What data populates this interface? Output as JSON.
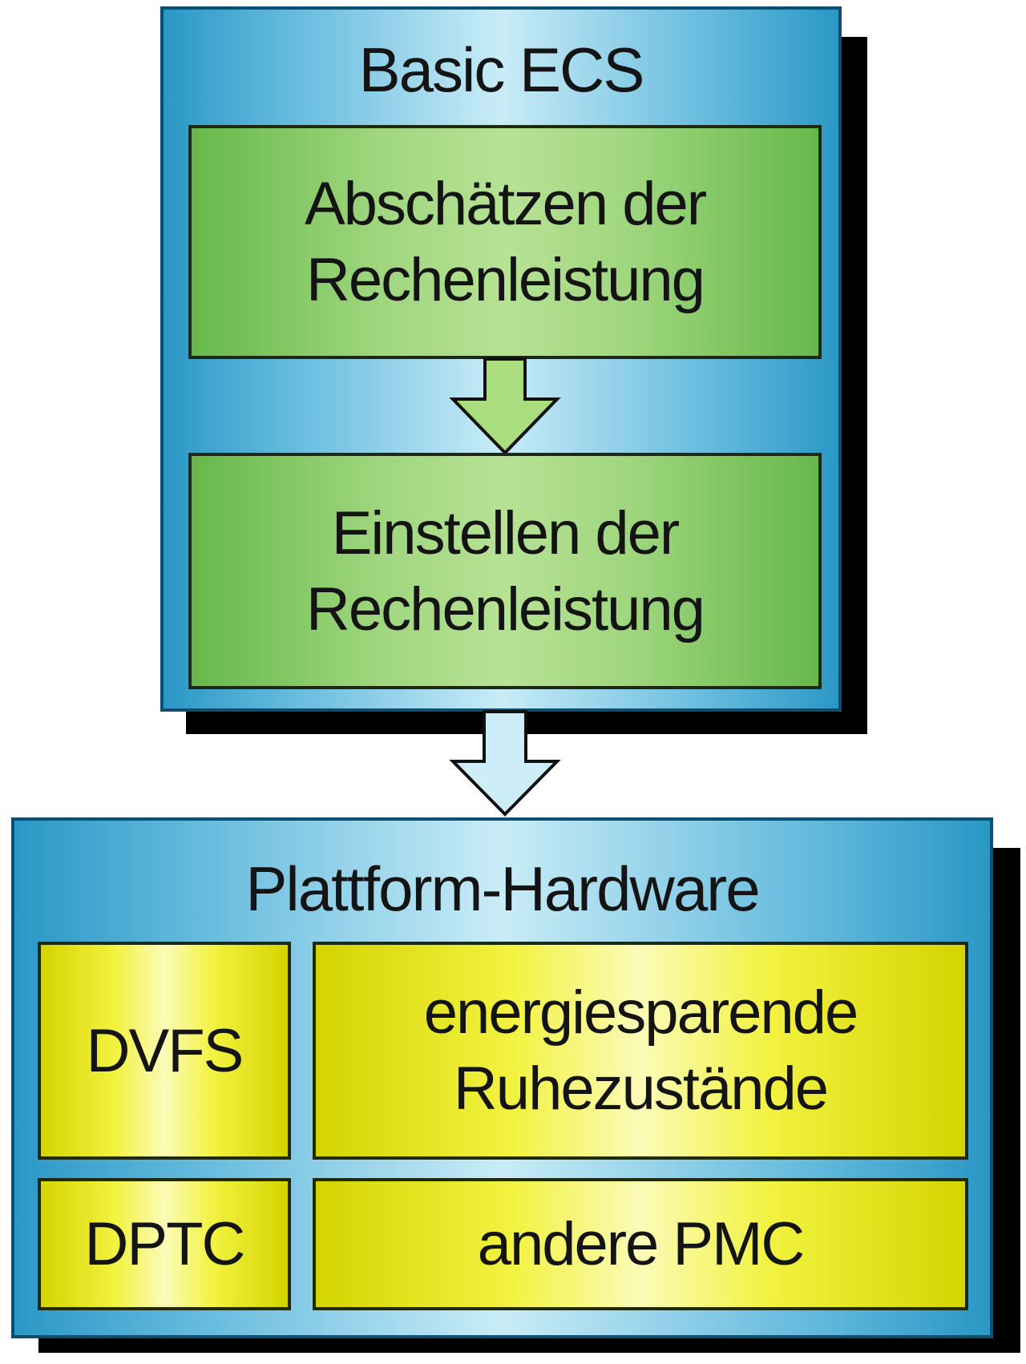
{
  "ecs": {
    "title": "Basic ECS",
    "step1": "Abschätzen der\nRechenleistung",
    "step2": "Einstellen der\nRechenleistung"
  },
  "hardware": {
    "title": "Plattform-Hardware",
    "cells": {
      "dvfs": "DVFS",
      "sleep_states": "energiesparende\nRuhezustände",
      "dptc": "DPTC",
      "other_pmc": "andere PMC"
    }
  },
  "colors": {
    "container_blue": "#62b9dc",
    "step_green": "#9fd67e",
    "cell_yellow": "#f2f240",
    "shadow": "#000000"
  }
}
